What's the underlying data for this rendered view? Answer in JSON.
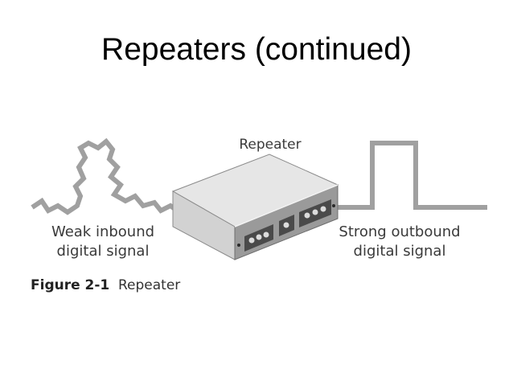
{
  "slide": {
    "title": "Repeaters (continued)"
  },
  "figure": {
    "device_label": "Repeater",
    "left_label_line1": "Weak inbound",
    "left_label_line2": "digital signal",
    "right_label_line1": "Strong outbound",
    "right_label_line2": "digital signal",
    "caption_number": "Figure 2-1",
    "caption_text": "Repeater"
  },
  "colors": {
    "signal": "#a0a0a0",
    "device_top": "#e6e6e6",
    "device_front": "#9a9a9a",
    "device_side": "#d2d2d2"
  }
}
